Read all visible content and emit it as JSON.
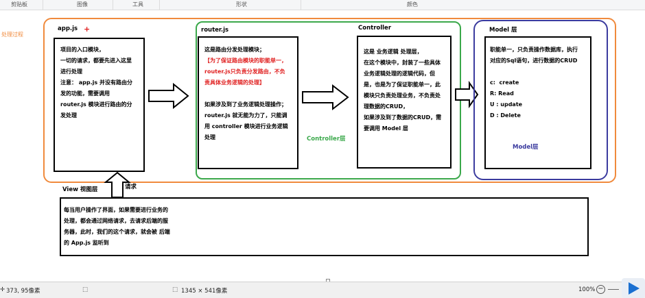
{
  "ribbon": {
    "items": [
      "剪贴板",
      "图像",
      "工具",
      "形状",
      "颜色"
    ]
  },
  "side_label": "处理过程",
  "appjs": {
    "title": "app.js",
    "plus": "+",
    "text": "项目的入口模块，\n一切的请求，都要先进入这里\n进行处理\n注意： app.js 并没有路由分\n发的功能，需要调用\nrouter.js 模块进行路由的分\n发处理"
  },
  "router": {
    "title": "router.js",
    "text1": "这是路由分发处理模块；",
    "text_red": "【为了保证路由模块的职能单一，\nrouter.js只负责分发路由，不负\n责具体业务逻辑的处理】",
    "text2": "如果涉及到了业务逻辑处理操作；\nrouter.js 就无能为力了，只能调\n用 controller 模块进行业务逻辑\n处理"
  },
  "controller": {
    "title": "Controller",
    "layer_label": "Controller层",
    "text": "这是 业务逻辑 处理层，\n在这个模块中，封装了一些具体\n业务逻辑处理的逻辑代码，但\n是，也是为了保证职能单一，此\n模块只负责处理业务，不负责处\n理数据的CRUD，\n如果涉及到了数据的CRUD，需\n要调用 Model 层"
  },
  "model": {
    "title": "Model 层",
    "layer_label": "Model层",
    "text1": "职能单一，只负责操作数据库，执行\n对应的Sql语句，进行数据的CRUD",
    "text2": "c:  create\nR: Read\nU : update\nD : Delete"
  },
  "view": {
    "label": "View 视图层",
    "request_label": "请求",
    "text": "每当用户操作了界面，如果需要进行业务的\n处理，都会通过网络请求，去请求后端的服\n务器，此时，我们的这个请求，就会被 后端\n的 App.js 监听到"
  },
  "status": {
    "coords": "373, 95像素",
    "size": "1345 × 541像素",
    "zoom": "100%"
  },
  "colors": {
    "orange": "#f08a3c",
    "green": "#3aa84a",
    "navy": "#3a3a9e",
    "red": "#e02020",
    "side_label": "#f08a3c"
  }
}
